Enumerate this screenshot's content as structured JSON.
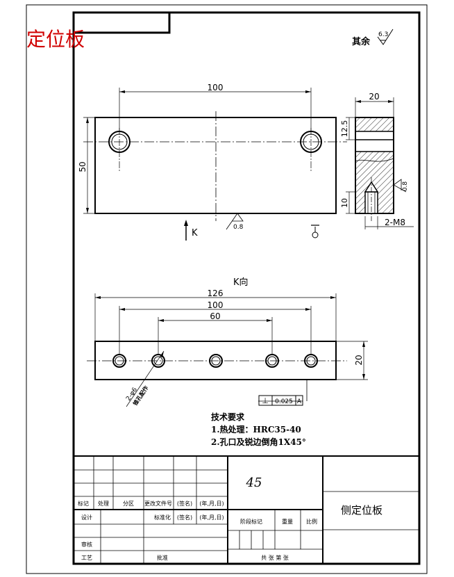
{
  "part_title": "定位板",
  "roughness_rest": {
    "prefix": "其余",
    "value": "6.3"
  },
  "front_view": {
    "dim_hole_spacing": "100",
    "dim_height": "50",
    "roughness_bottom": "0.8",
    "view_arrow": "K"
  },
  "side_view": {
    "dim_width": "20",
    "dim_top": "12.5",
    "dim_bottom": "10",
    "roughness": "0.8",
    "thread_note": "2-M8"
  },
  "k_view": {
    "title": "K向",
    "dim_overall": "126",
    "dim_outer_holes": "100",
    "dim_inner_holes": "60",
    "dim_height": "20",
    "hole_note_1": "2-φ6",
    "hole_note_2": "锥孔配作",
    "tolerance_symbol": "⊥",
    "tolerance_value": "0.025",
    "tolerance_datum": "A"
  },
  "tech_req": {
    "heading": "技术要求",
    "items": [
      "1.热处理：HRC35-40",
      "2.孔口及锐边倒角1X45°"
    ]
  },
  "title_block": {
    "material": "45",
    "part_name": "侧定位板",
    "labels": {
      "mark": "标记",
      "count": "处理",
      "zone": "分区",
      "doc_no": "更改文件号",
      "sign": "(签名)",
      "date": "(年,月,日)",
      "design": "设计",
      "standard": "标准化",
      "review": "审核",
      "process": "工艺",
      "approve": "批准",
      "stage": "阶段标记",
      "weight": "重量",
      "scale": "比例",
      "total": "共  张  第  张"
    }
  }
}
